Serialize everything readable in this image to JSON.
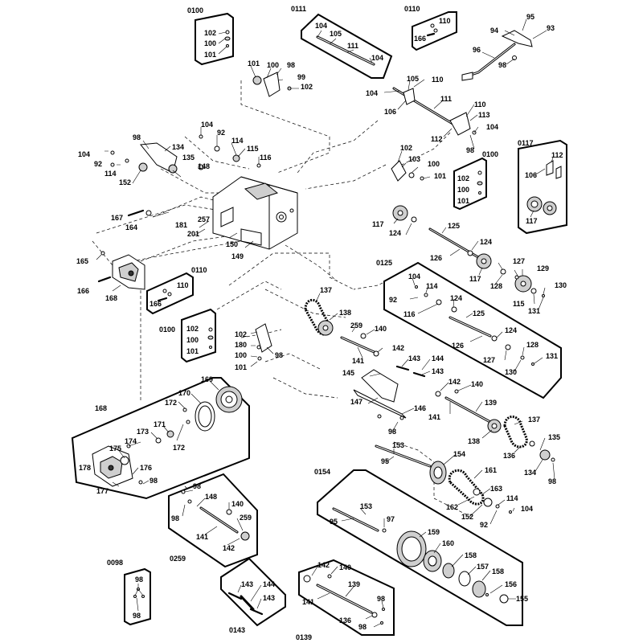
{
  "diagram": {
    "labels": {
      "l0100a": "0100",
      "l0111": "0111",
      "l0110a": "0110",
      "l0117": "0117",
      "l0100b": "0100",
      "l0125": "0125",
      "l0110b": "0110",
      "l0100c": "0100",
      "l168b": "168",
      "l0154": "0154",
      "l0259": "0259",
      "l0098": "0098",
      "l0143": "0143",
      "l0139": "0139",
      "a102": "102",
      "a100": "100",
      "a101": "101",
      "b104a": "104",
      "b105": "105",
      "b111": "111",
      "b104b": "104",
      "c110": "110",
      "c166": "166",
      "t95": "95",
      "t94": "94",
      "t93": "93",
      "t96": "96",
      "t98": "98",
      "u101": "101",
      "u100": "100",
      "u98": "98",
      "u99": "99",
      "u102": "102",
      "s105": "105",
      "s110a": "110",
      "s104": "104",
      "s106": "106",
      "s111": "111",
      "s110b": "110",
      "s113": "113",
      "s104b": "104",
      "s112": "112",
      "s98": "98",
      "m104": "104",
      "m92": "92",
      "m114": "114",
      "m115": "115",
      "m116": "116",
      "m148": "148",
      "k98": "98",
      "k104": "104",
      "k134": "134",
      "k92": "92",
      "k135": "135",
      "k114": "114",
      "k152": "152",
      "f102": "102",
      "f103": "103",
      "f100": "100",
      "f101": "101",
      "d102": "102",
      "d100": "100",
      "d101": "101",
      "e112": "112",
      "e106": "106",
      "e117": "117",
      "h167": "167",
      "h164": "164",
      "h181": "181",
      "h257": "257",
      "h201": "201",
      "h150": "150",
      "h149": "149",
      "h165": "165",
      "h166": "166",
      "h168": "168",
      "g117": "117",
      "g124": "124",
      "g125": "125",
      "g124b": "124",
      "g126": "126",
      "g117b": "117",
      "g127": "127",
      "g129": "129",
      "g128": "128",
      "g130": "130",
      "g115": "115",
      "g131": "131",
      "p104": "104",
      "p114": "114",
      "p92": "92",
      "p124": "124",
      "p116": "116",
      "p125": "125",
      "p124b": "124",
      "p126": "126",
      "p127": "127",
      "p128": "128",
      "p130": "130",
      "p131": "131",
      "q110": "110",
      "q166": "166",
      "r102": "102",
      "r100": "100",
      "r101": "101",
      "n137": "137",
      "n138": "138",
      "n259": "259",
      "n140": "140",
      "n141": "141",
      "n142": "142",
      "n143": "143",
      "n144": "144",
      "n143b": "143",
      "n145": "145",
      "n147": "147",
      "n146": "146",
      "n98": "98",
      "n142b": "142",
      "n140b": "140",
      "n139": "139",
      "n141b": "141",
      "n137b": "137",
      "n138b": "138",
      "n136": "136",
      "n135": "135",
      "n134": "134",
      "n98b": "98",
      "v102": "102",
      "v180": "180",
      "v100": "100",
      "v101": "101",
      "v98": "98",
      "w169": "169",
      "w170": "170",
      "w172": "172",
      "w171": "171",
      "w173": "173",
      "w174": "174",
      "w172b": "172",
      "w175": "175",
      "w178": "178",
      "w176": "176",
      "w177": "177",
      "w98": "98",
      "x153": "153",
      "x95": "95",
      "x154": "154",
      "x161": "161",
      "x163": "163",
      "x114": "114",
      "x162": "162",
      "x152": "152",
      "x104": "104",
      "x92": "92",
      "y153": "153",
      "y95": "95",
      "y97": "97",
      "y159": "159",
      "y160": "160",
      "y158": "158",
      "y157": "157",
      "y158b": "158",
      "y156": "156",
      "y155": "155",
      "z98": "98",
      "z148": "148",
      "z140": "140",
      "z259": "259",
      "z98b": "98",
      "z141": "141",
      "z142": "142",
      "j98a": "98",
      "j98b": "98",
      "i143": "143",
      "i144": "144",
      "i143b": "143",
      "o142": "142",
      "o140": "140",
      "o139": "139",
      "o141": "141",
      "o98": "98",
      "o136": "136",
      "o98b": "98"
    }
  }
}
